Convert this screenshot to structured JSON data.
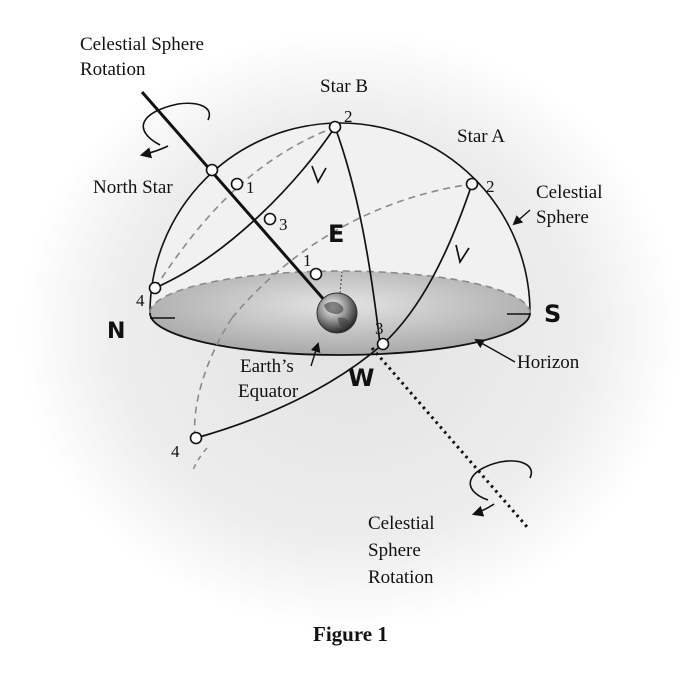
{
  "labels": {
    "rotation_top_line1": "Celestial Sphere",
    "rotation_top_line2": "Rotation",
    "star_b": "Star B",
    "star_a": "Star A",
    "north_star": "North Star",
    "celestial_sphere_line1": "Celestial",
    "celestial_sphere_line2": "Sphere",
    "earths_equator_line1": "Earth’s",
    "earths_equator_line2": "Equator",
    "horizon": "Horizon",
    "rotation_bottom_line1": "Celestial",
    "rotation_bottom_line2": "Sphere",
    "rotation_bottom_line3": "Rotation",
    "figure_caption": "Figure 1"
  },
  "directions": {
    "north": "N",
    "south": "S",
    "east": "E",
    "west": "W"
  },
  "position_numbers": {
    "star_b_pos1": "1",
    "star_b_pos2": "2",
    "star_b_pos3": "3",
    "star_b_pos4": "4",
    "star_a_pos1": "1",
    "star_a_pos2": "2",
    "star_a_pos3": "3",
    "star_a_pos4": "4"
  },
  "colors": {
    "ink": "#111111",
    "dashed": "#8a8a8a",
    "horizon_fill": "#c9c9c9",
    "dome_fill": "#eeeeee",
    "background": "#ffffff"
  }
}
